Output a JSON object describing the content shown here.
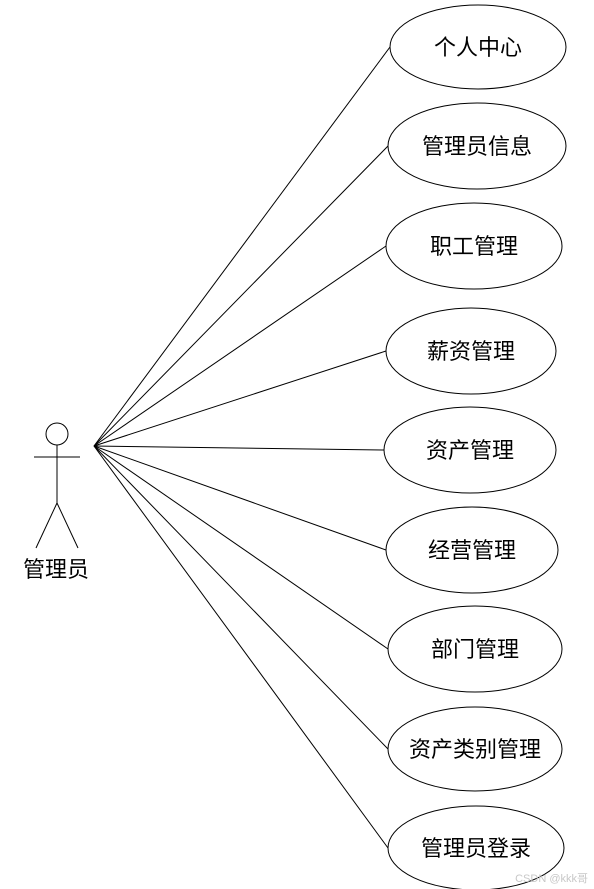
{
  "actor": {
    "name": "管理员"
  },
  "use_cases": [
    {
      "label": "个人中心"
    },
    {
      "label": "管理员信息"
    },
    {
      "label": "职工管理"
    },
    {
      "label": "薪资管理"
    },
    {
      "label": "资产管理"
    },
    {
      "label": "经营管理"
    },
    {
      "label": "部门管理"
    },
    {
      "label": "资产类别管理"
    },
    {
      "label": "管理员登录"
    }
  ],
  "watermark": "CSDN @kkk哥",
  "colors": {
    "stroke": "#000000",
    "background": "#ffffff",
    "watermark": "#c8c8c8"
  }
}
